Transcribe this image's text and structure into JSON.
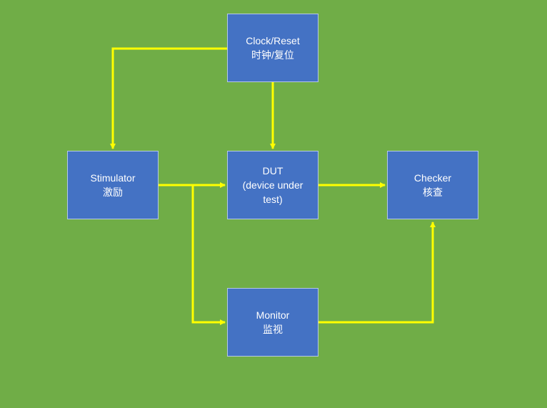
{
  "colors": {
    "background": "#70ad47",
    "box_fill": "#4472c4",
    "box_border": "#b4c7e7",
    "arrow": "#ffff00",
    "text": "#ffffff"
  },
  "nodes": {
    "clock": {
      "label": "Clock/Reset",
      "sublabel": "时钟/复位"
    },
    "stimulator": {
      "label": "Stimulator",
      "sublabel": "激励"
    },
    "dut": {
      "label": "DUT\n(device under\ntest)"
    },
    "checker": {
      "label": "Checker",
      "sublabel": "核查"
    },
    "monitor": {
      "label": "Monitor",
      "sublabel": "监视"
    }
  },
  "edges": [
    {
      "from": "clock",
      "to": "stimulator"
    },
    {
      "from": "clock",
      "to": "dut"
    },
    {
      "from": "stimulator",
      "to": "dut"
    },
    {
      "from": "stimulator",
      "to": "monitor"
    },
    {
      "from": "dut",
      "to": "checker"
    },
    {
      "from": "monitor",
      "to": "checker"
    }
  ]
}
